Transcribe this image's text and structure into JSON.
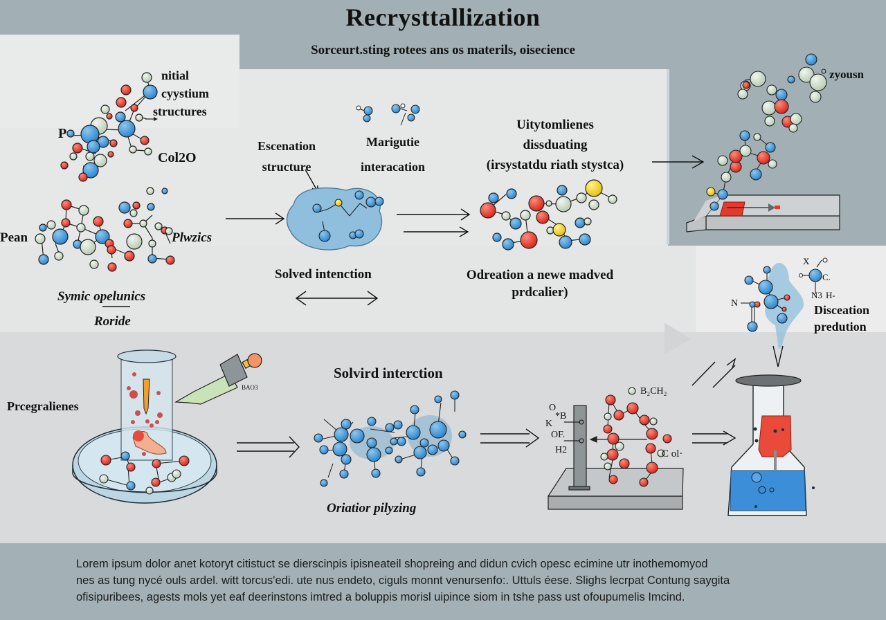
{
  "header": {
    "title": "Recrysttallization",
    "subtitle": "Sorceurt.sting rotees ans os  materils, oisecience"
  },
  "colors": {
    "background": "#a2b0b5",
    "panel_light": "#e6e7e7",
    "panel_bottom": "#d9dadb",
    "atom_blue": "#3f97da",
    "atom_red": "#e23b2e",
    "atom_green": "#c8d8c4",
    "atom_yellow": "#f2cf2a",
    "solution_blue": "#8fbfdc"
  },
  "top_left": {
    "label_initial": [
      "nitial",
      "cyystium",
      "structures"
    ],
    "label_p": "P",
    "label_col2o": "Col2O"
  },
  "mid_left": {
    "label_pean": "Pean",
    "label_plwzics": "Plwzics",
    "caption_1": "Symic opelunics",
    "caption_2": "Roride"
  },
  "center_top": {
    "escenation": [
      "Escenation",
      "structure"
    ],
    "marigutie": [
      "Marigutie",
      "interacation"
    ],
    "solved": "Solved intenction"
  },
  "center_right": {
    "uitytomlienes": [
      "Uitytomlienes",
      "dissduating",
      "(irsystatdu riath stystca)"
    ],
    "odreation": [
      "Odreation  a newe madved",
      "prdcalier)"
    ]
  },
  "right_top": {
    "label": "zyousn"
  },
  "right_mid": {
    "atom_labels": [
      "X",
      "C.",
      "N",
      "N3",
      "H-"
    ],
    "label": [
      "Disceation",
      "predution"
    ]
  },
  "bottom": {
    "label_pregralienes": "Prcegralienes",
    "dropper_label": "BAO3",
    "solvird": "Solvird interction",
    "oriatior": "Oriatior pilyzing",
    "stand_labels": [
      "O",
      "*B",
      "K",
      "OF.",
      "H2"
    ],
    "b2ch": "B₂CH₂",
    "col": "C ol·"
  },
  "footer": {
    "lines": [
      "Lorem ipsum dolor anet kotoryt citistuct se dierscinpis ipisneateil shopreing and didun cvich  opesc ecimine utr inothemomyod",
      "nes as tung nycé ouls ardel. witt torcus'edi. ute nus  endeto, ciguls monnt venursenfo:. Uttuls éese. Slighs lecrpat Contung saygita",
      "ofisipuribees,  agests mols yet eaf deerinstons imtred a boluppis morisl  uipince siom  in tshe pass ust ofoupumelis Imcind."
    ]
  }
}
